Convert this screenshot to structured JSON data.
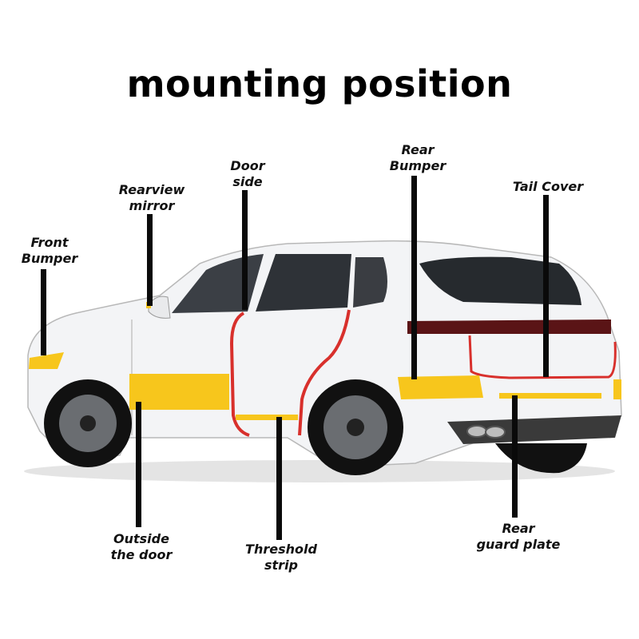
{
  "title": "mounting position",
  "labels": {
    "front_bumper": "Front\nBumper",
    "rearview_mirror": "Rearview\nmirror",
    "door_side": "Door\nside",
    "rear_bumper": "Rear\nBumper",
    "tail_cover": "Tail Cover",
    "outside_door": "Outside\nthe door",
    "threshold_strip": "Threshold\nstrip",
    "rear_guard_plate": "Rear\nguard plate"
  },
  "colors": {
    "strip_yellow": "#f7c61c",
    "strip_red": "#d8302c",
    "car_body": "#f3f4f6",
    "leader": "#0a0a0a"
  }
}
